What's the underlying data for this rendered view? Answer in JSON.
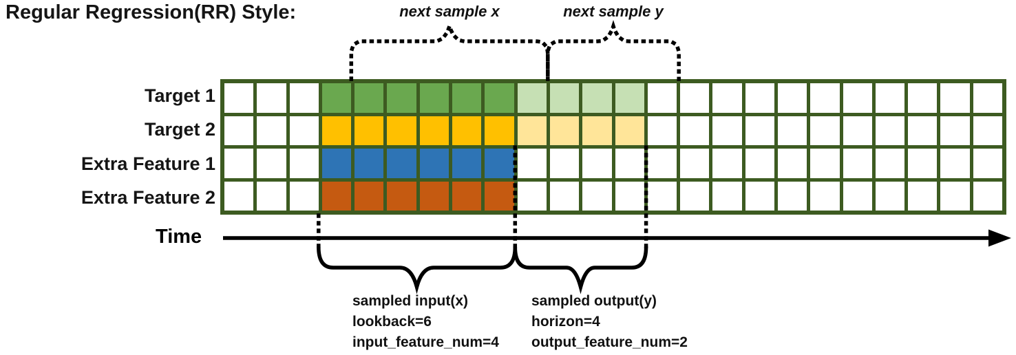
{
  "title": "Regular Regression(RR) Style:",
  "annotations": {
    "next_sample_x": "next sample x",
    "next_sample_y": "next sample y",
    "time_label": "Time"
  },
  "grid": {
    "columns": 24,
    "lead_cols": 3,
    "input_cols": 6,
    "output_cols": 4,
    "trail_cols": 11,
    "line_color": "#3d5b21",
    "cell_color": "#ffffff",
    "rows": [
      {
        "label": "Target 1",
        "input_color": "#6aa84f",
        "output_color": "#c6e0b4"
      },
      {
        "label": "Target 2",
        "input_color": "#ffc000",
        "output_color": "#ffe599"
      },
      {
        "label": "Extra Feature 1",
        "input_color": "#2e74b5",
        "output_color": null
      },
      {
        "label": "Extra Feature 2",
        "input_color": "#c55a11",
        "output_color": null
      }
    ]
  },
  "captions": {
    "input": [
      "sampled input(x)",
      "lookback=6",
      "input_feature_num=4"
    ],
    "output": [
      "sampled output(y)",
      "horizon=4",
      "output_feature_num=2"
    ]
  },
  "colors": {
    "annotation": "#000000",
    "grid_line": "#3d5b21"
  }
}
